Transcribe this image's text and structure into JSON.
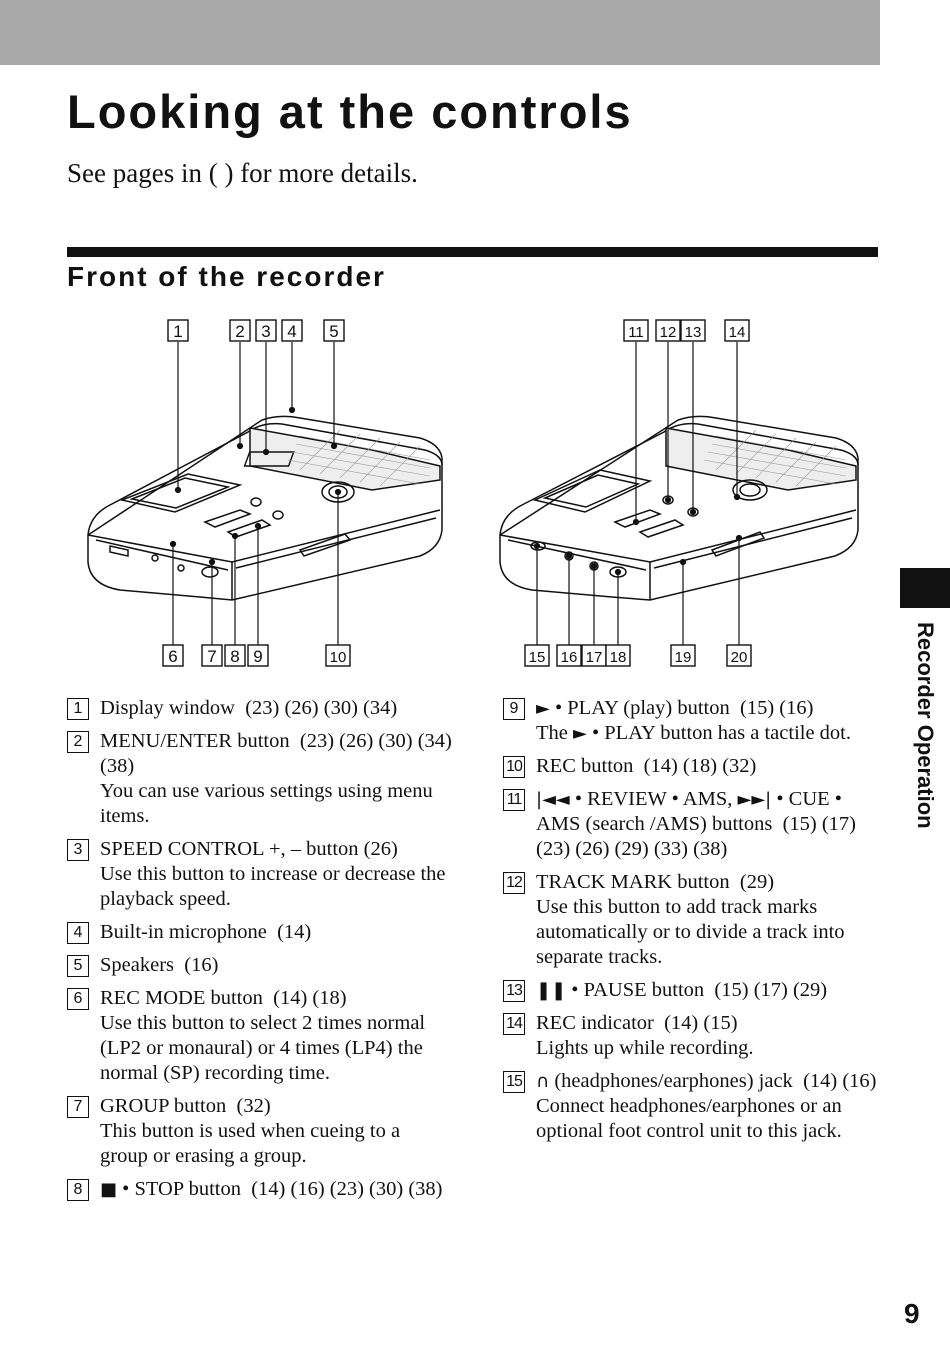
{
  "page": {
    "title": "Looking at the controls",
    "subtitle": "See pages in ( ) for more details.",
    "section_heading": "Front of the recorder",
    "side_tab_label": "Recorder Operation",
    "page_number": "9"
  },
  "diagram": {
    "left_top_callouts": [
      "1",
      "2",
      "3",
      "4",
      "5"
    ],
    "left_bottom_callouts": [
      "6",
      "7",
      "8",
      "9",
      "10"
    ],
    "right_top_callouts": [
      "11",
      "12",
      "13",
      "14"
    ],
    "right_bottom_callouts": [
      "15",
      "16",
      "17",
      "18",
      "19",
      "20"
    ]
  },
  "glyphs": {
    "play": "►",
    "stop": "■",
    "prev": "|◄◄",
    "next": "►►|",
    "pause": "❚❚",
    "headphones": "∩"
  },
  "items": [
    {
      "num": "1",
      "title": "Display window",
      "refs": "(23) (26) (30) (34)",
      "desc": ""
    },
    {
      "num": "2",
      "title": "MENU/ENTER button",
      "refs": "(23) (26) (30) (34) (38)",
      "desc": "You can use various settings using menu items."
    },
    {
      "num": "3",
      "title": "SPEED CONTROL +, – button",
      "refs": "(26)",
      "desc": "Use this button to increase or decrease the playback speed."
    },
    {
      "num": "4",
      "title": "Built-in microphone",
      "refs": "(14)",
      "desc": ""
    },
    {
      "num": "5",
      "title": "Speakers",
      "refs": "(16)",
      "desc": ""
    },
    {
      "num": "6",
      "title": "REC MODE button",
      "refs": "(14) (18)",
      "desc": "Use this button to select 2 times normal (LP2 or monaural) or 4 times (LP4) the normal (SP) recording time."
    },
    {
      "num": "7",
      "title": "GROUP button",
      "refs": "(32)",
      "desc": "This button is used when cueing to a group or erasing a group."
    },
    {
      "num": "8",
      "title": "• STOP button",
      "refs": "(14) (16) (23) (30) (38)",
      "desc": ""
    },
    {
      "num": "9",
      "title": "• PLAY (play) button",
      "refs": "(15) (16)",
      "desc_pre": "The",
      "desc": "• PLAY button has a tactile dot."
    },
    {
      "num": "10",
      "title": "REC button",
      "refs": "(14) (18) (32)",
      "desc": ""
    },
    {
      "num": "11",
      "title_a": "• REVIEW • AMS,",
      "title_b": "• CUE • AMS (search /AMS) buttons",
      "refs": "(15) (17) (23) (26) (29) (33) (38)",
      "desc": ""
    },
    {
      "num": "12",
      "title": "TRACK MARK button",
      "refs": "(29)",
      "desc": "Use this button to add track marks automatically or to divide a track into separate tracks."
    },
    {
      "num": "13",
      "title": "• PAUSE button",
      "refs": "(15) (17) (29)",
      "desc": ""
    },
    {
      "num": "14",
      "title": "REC indicator",
      "refs": "(14) (15)",
      "desc": "Lights up while recording."
    },
    {
      "num": "15",
      "title": "(headphones/earphones) jack",
      "refs": "(14) (16)",
      "desc": "Connect headphones/earphones or an optional foot control unit to this jack."
    }
  ]
}
